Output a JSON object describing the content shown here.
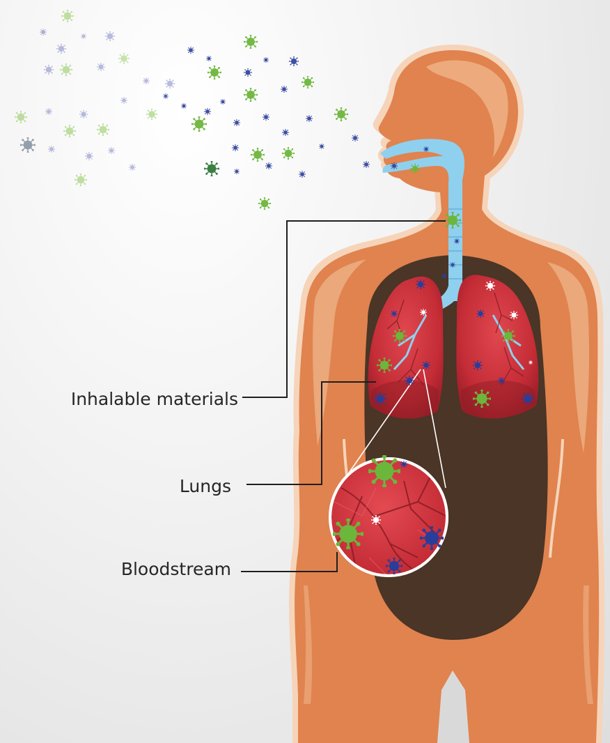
{
  "labels": {
    "inhalable_materials": "Inhalable materials",
    "lungs": "Lungs",
    "bloodstream": "Bloodstream"
  },
  "colors": {
    "skin": "#e0834f",
    "skin_highlight": "#eeb285",
    "skin_outline": "#f6d4b9",
    "torso_cavity": "#4a3526",
    "lungs": "#c42c36",
    "airway": "#8fd0ee",
    "pathogen_green": "#6cb63b",
    "pathogen_blue": "#2a3d9a",
    "leader_line": "#1e1e1e"
  },
  "icons": [
    "virus-particle-icon"
  ]
}
